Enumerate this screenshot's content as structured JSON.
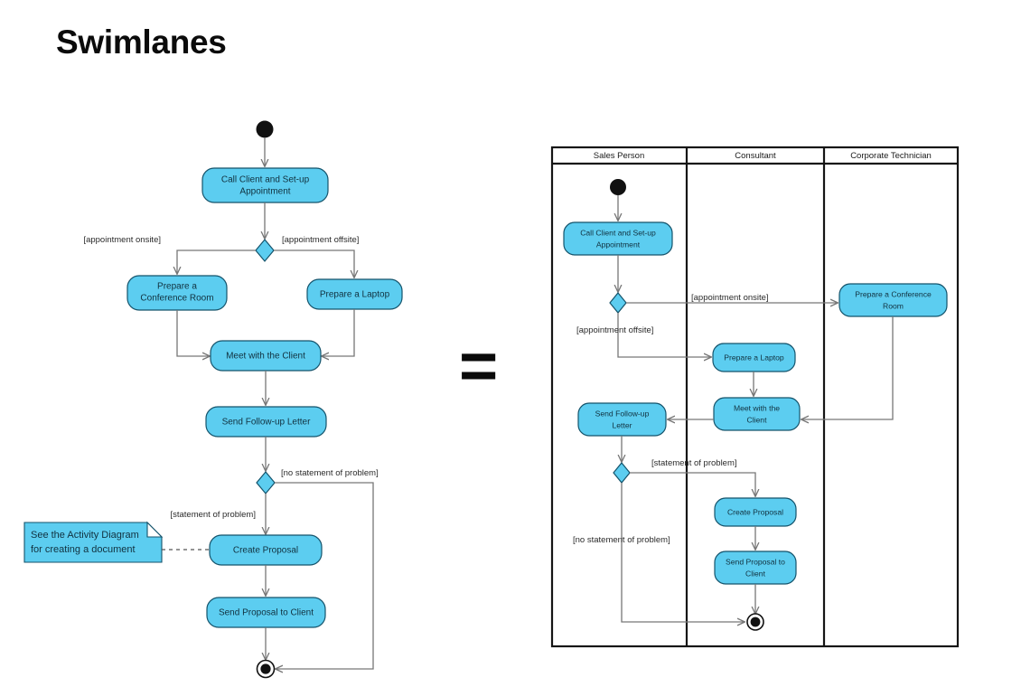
{
  "page": {
    "title": "Swimlanes",
    "equals_symbol": "="
  },
  "colors": {
    "node_fill": "#5ccdf0",
    "node_stroke": "#14536b",
    "flow_line": "#777777",
    "frame": "#151515",
    "text": "#11313f",
    "background": "#ffffff"
  },
  "plain_diagram": {
    "name": "activity-diagram-without-swimlanes",
    "start_node": "start",
    "final_node": "activity-final",
    "activities": [
      {
        "id": "call-client",
        "label": "Call Client and Set-up Appointment",
        "lines": [
          "Call Client and Set-up",
          "Appointment"
        ]
      },
      {
        "id": "prepare-conference-room",
        "label": "Prepare a Conference Room",
        "lines": [
          "Prepare a",
          "Conference Room"
        ]
      },
      {
        "id": "prepare-laptop",
        "label": "Prepare a Laptop",
        "lines": [
          "Prepare a Laptop"
        ]
      },
      {
        "id": "meet-client",
        "label": "Meet with the Client",
        "lines": [
          "Meet with the Client"
        ]
      },
      {
        "id": "send-followup-letter",
        "label": "Send Follow-up Letter",
        "lines": [
          "Send Follow-up Letter"
        ]
      },
      {
        "id": "create-proposal",
        "label": "Create Proposal",
        "lines": [
          "Create Proposal"
        ]
      },
      {
        "id": "send-proposal",
        "label": "Send Proposal to Client",
        "lines": [
          "Send Proposal to Client"
        ]
      }
    ],
    "decisions": [
      {
        "id": "appointment-location-decision"
      },
      {
        "id": "problem-statement-decision"
      }
    ],
    "guards": [
      {
        "id": "guard-appointment-onsite",
        "text": "[appointment onsite]"
      },
      {
        "id": "guard-appointment-offsite",
        "text": "[appointment offsite]"
      },
      {
        "id": "guard-no-statement-of-problem",
        "text": "[no statement of problem]"
      },
      {
        "id": "guard-statement-of-problem",
        "text": "[statement of problem]"
      }
    ],
    "note": {
      "id": "activity-note",
      "lines": [
        "See the Activity Diagram",
        "for creating a document"
      ],
      "text": "See the Activity Diagram for creating a document",
      "attached_to": "create-proposal"
    }
  },
  "swim_diagram": {
    "name": "activity-diagram-with-swimlanes",
    "lanes": [
      {
        "id": "lane-sales-person",
        "title": "Sales Person"
      },
      {
        "id": "lane-consultant",
        "title": "Consultant"
      },
      {
        "id": "lane-corporate-technician",
        "title": "Corporate Technician"
      }
    ],
    "activities": [
      {
        "id": "call-client",
        "lane": "Sales Person",
        "lines": [
          "Call Client and Set-up",
          "Appointment"
        ]
      },
      {
        "id": "prepare-conference-room",
        "lane": "Corporate Technician",
        "lines": [
          "Prepare a Conference",
          "Room"
        ]
      },
      {
        "id": "prepare-laptop",
        "lane": "Consultant",
        "lines": [
          "Prepare a Laptop"
        ]
      },
      {
        "id": "meet-client",
        "lane": "Consultant",
        "lines": [
          "Meet with the",
          "Client"
        ]
      },
      {
        "id": "send-followup-letter",
        "lane": "Sales Person",
        "lines": [
          "Send Follow-up",
          "Letter"
        ]
      },
      {
        "id": "create-proposal",
        "lane": "Consultant",
        "lines": [
          "Create Proposal"
        ]
      },
      {
        "id": "send-proposal",
        "lane": "Consultant",
        "lines": [
          "Send Proposal to",
          "Client"
        ]
      }
    ],
    "decisions": [
      {
        "id": "appointment-location-decision",
        "lane": "Sales Person"
      },
      {
        "id": "problem-statement-decision",
        "lane": "Sales Person"
      }
    ],
    "guards": [
      {
        "id": "guard-appointment-onsite",
        "text": "[appointment onsite]"
      },
      {
        "id": "guard-appointment-offsite",
        "text": "[appointment offsite]"
      },
      {
        "id": "guard-statement-of-problem",
        "text": "[statement of problem]"
      },
      {
        "id": "guard-no-statement-of-problem",
        "text": "[no statement of problem]"
      }
    ],
    "start_node": "start",
    "final_node": "activity-final"
  }
}
